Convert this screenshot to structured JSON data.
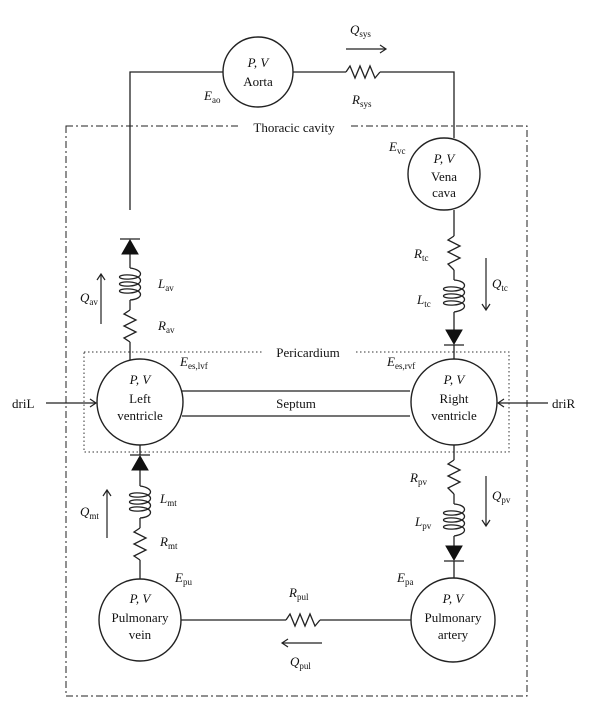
{
  "regions": {
    "thoracic": "Thoracic cavity",
    "pericardium": "Pericardium",
    "septum": "Septum"
  },
  "nodes": {
    "aorta": {
      "pv": "P, V",
      "name": "Aorta"
    },
    "venacava": {
      "pv": "P, V",
      "name1": "Vena",
      "name2": "cava"
    },
    "lv": {
      "pv": "P, V",
      "name1": "Left",
      "name2": "ventricle"
    },
    "rv": {
      "pv": "P, V",
      "name1": "Right",
      "name2": "ventricle"
    },
    "pulvein": {
      "pv": "P, V",
      "name1": "Pulmonary",
      "name2": "vein"
    },
    "pulart": {
      "pv": "P, V",
      "name1": "Pulmonary",
      "name2": "artery"
    }
  },
  "elastances": {
    "ao": {
      "base": "E",
      "sub": "ao"
    },
    "vc": {
      "base": "E",
      "sub": "vc"
    },
    "lvf": {
      "base": "E",
      "sub": "es,lvf"
    },
    "rvf": {
      "base": "E",
      "sub": "es,rvf"
    },
    "pu": {
      "base": "E",
      "sub": "pu"
    },
    "pa": {
      "base": "E",
      "sub": "pa"
    }
  },
  "resistances": {
    "sys": {
      "base": "R",
      "sub": "sys"
    },
    "tc": {
      "base": "R",
      "sub": "tc"
    },
    "av": {
      "base": "R",
      "sub": "av"
    },
    "pv": {
      "base": "R",
      "sub": "pv"
    },
    "mt": {
      "base": "R",
      "sub": "mt"
    },
    "pul": {
      "base": "R",
      "sub": "pul"
    }
  },
  "inductances": {
    "tc": {
      "base": "L",
      "sub": "tc"
    },
    "av": {
      "base": "L",
      "sub": "av"
    },
    "pv": {
      "base": "L",
      "sub": "pv"
    },
    "mt": {
      "base": "L",
      "sub": "mt"
    }
  },
  "flows": {
    "sys": {
      "base": "Q",
      "sub": "sys"
    },
    "tc": {
      "base": "Q",
      "sub": "tc"
    },
    "av": {
      "base": "Q",
      "sub": "av"
    },
    "pv": {
      "base": "Q",
      "sub": "pv"
    },
    "mt": {
      "base": "Q",
      "sub": "mt"
    },
    "pul": {
      "base": "Q",
      "sub": "pul"
    }
  },
  "drivers": {
    "left": "driL",
    "right": "driR"
  }
}
